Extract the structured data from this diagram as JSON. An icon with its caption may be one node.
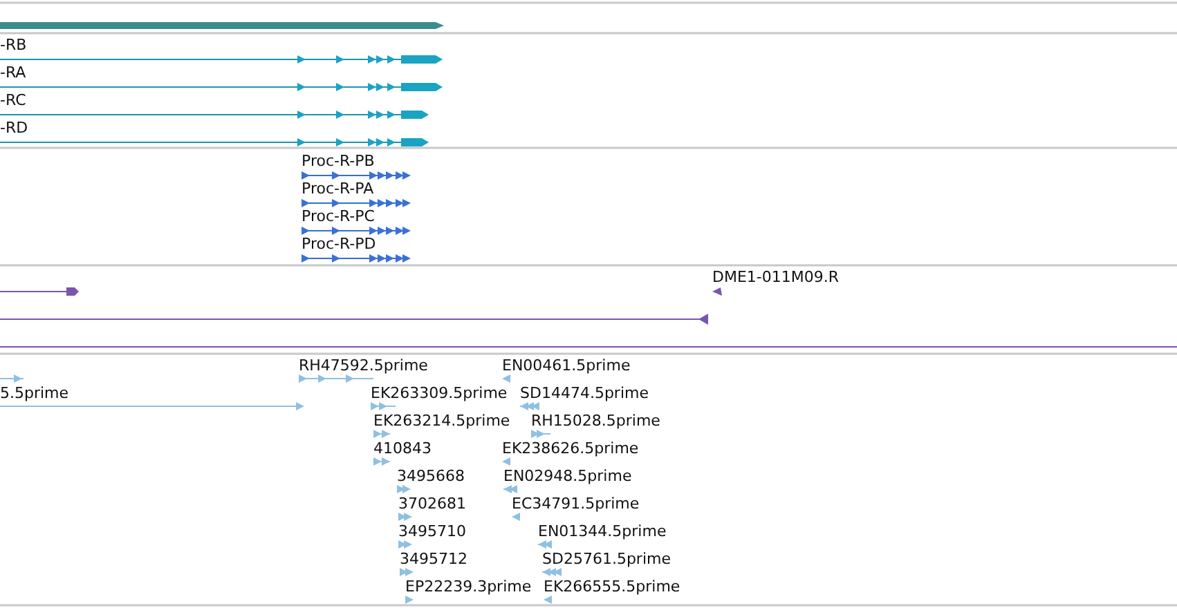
{
  "diagram": {
    "labels": [
      "-RB",
      "-RA",
      "-RC",
      "-RD",
      "Proc-R-PB",
      "Proc-R-PA",
      "Proc-R-PC",
      "Proc-R-PD",
      "DME1-011M09.R",
      "RH47592.5prime",
      "EN00461.5prime",
      "5.5prime",
      "EK263309.5prime",
      "SD14474.5prime",
      "EK263214.5prime",
      "RH15028.5prime",
      "410843",
      "EK238626.5prime",
      "3495668",
      "EN02948.5prime",
      "3702681",
      "EC34791.5prime",
      "3495710",
      "EN01344.5prime",
      "3495712",
      "SD25761.5prime",
      "EP22239.3prime",
      "EK266555.5prime"
    ]
  }
}
